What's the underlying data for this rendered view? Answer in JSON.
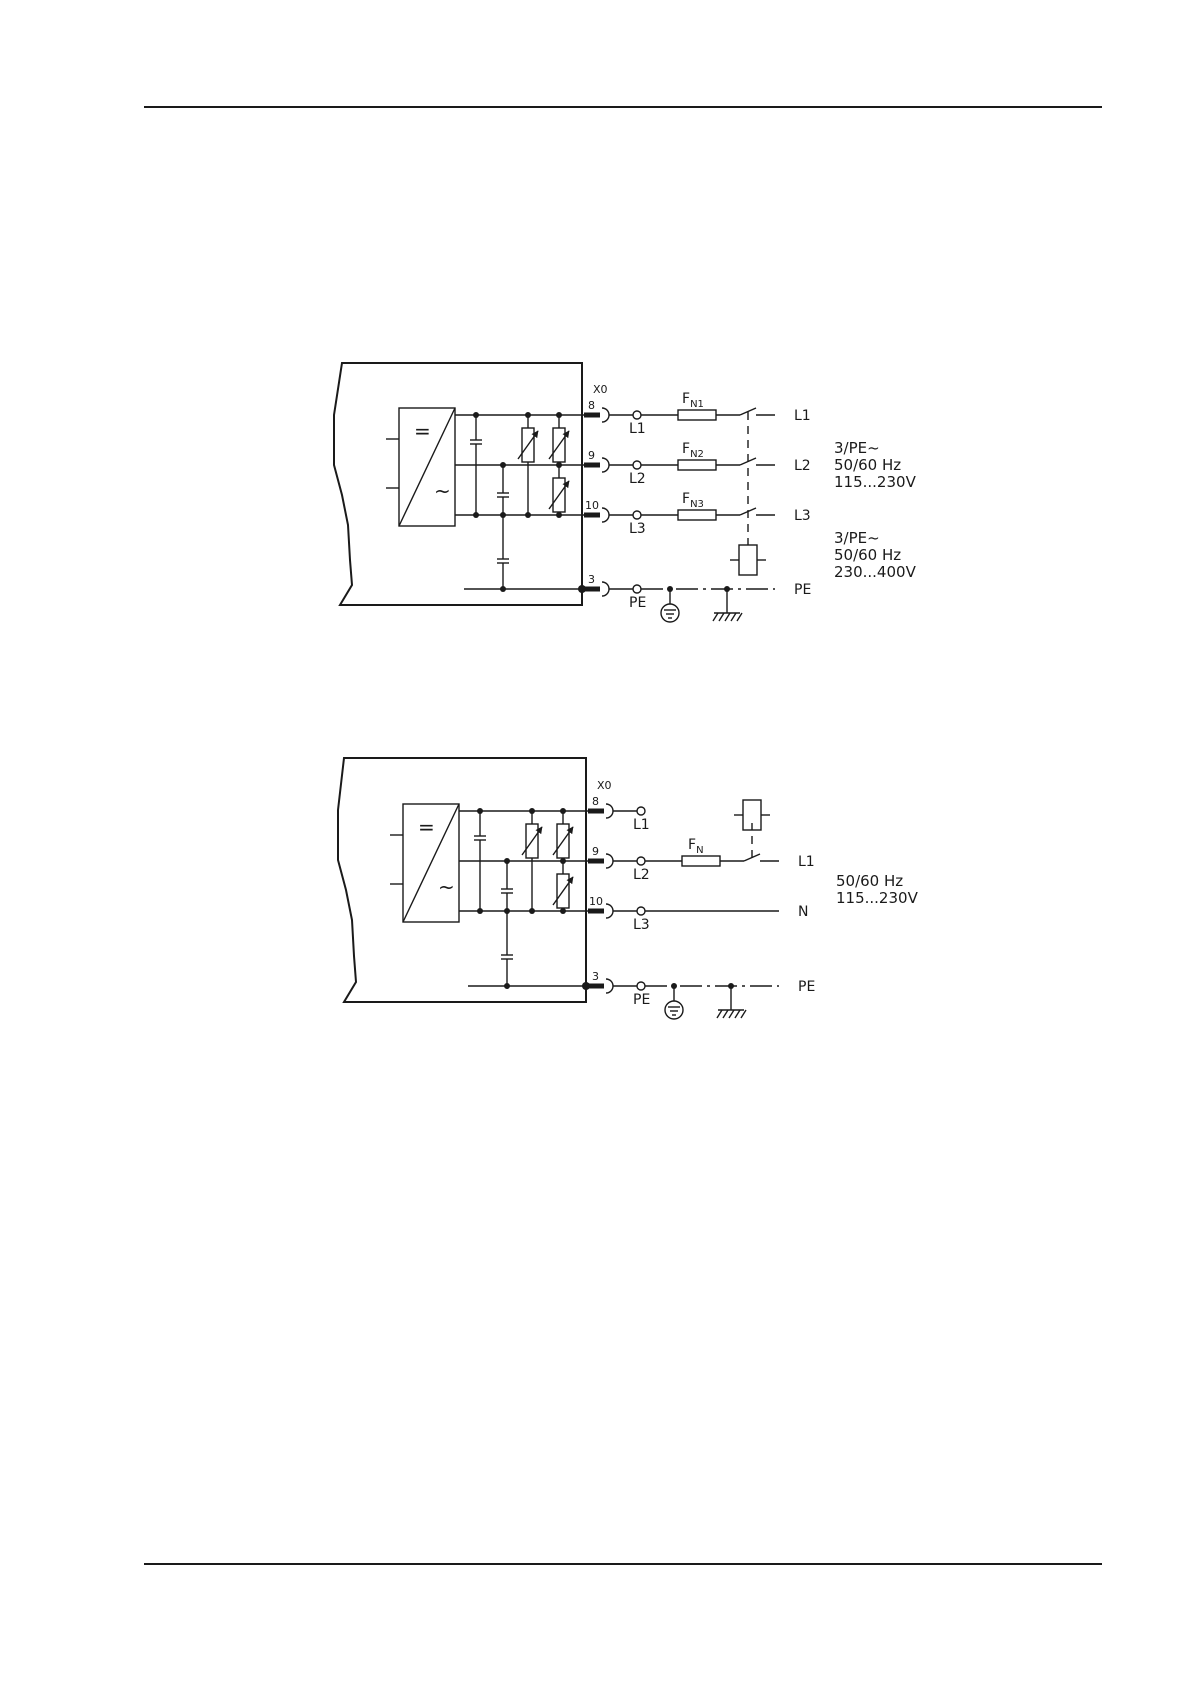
{
  "diagram_1": {
    "connector": "X0",
    "terminals": [
      "8",
      "9",
      "10",
      "3"
    ],
    "terminal_labels": [
      "L1",
      "L2",
      "L3",
      "PE"
    ],
    "fuses": [
      {
        "main": "F",
        "sub": "N1"
      },
      {
        "main": "F",
        "sub": "N2"
      },
      {
        "main": "F",
        "sub": "N3"
      }
    ],
    "lines": [
      "L1",
      "L2",
      "L3",
      "PE"
    ],
    "supply_a": [
      "3/PE~",
      "50/60 Hz",
      "115...230V"
    ],
    "supply_b": [
      "3/PE~",
      "50/60 Hz",
      "230...400V"
    ],
    "symbols": {
      "dc": "=",
      "ac": "~"
    }
  },
  "diagram_2": {
    "connector": "X0",
    "terminals": [
      "8",
      "9",
      "10",
      "3"
    ],
    "terminal_labels": [
      "L1",
      "L2",
      "L3",
      "PE"
    ],
    "fuse": {
      "main": "F",
      "sub": "N"
    },
    "lines": [
      "L1",
      "N",
      "PE"
    ],
    "supply": [
      "50/60 Hz",
      "115...230V"
    ],
    "symbols": {
      "dc": "=",
      "ac": "~"
    }
  }
}
